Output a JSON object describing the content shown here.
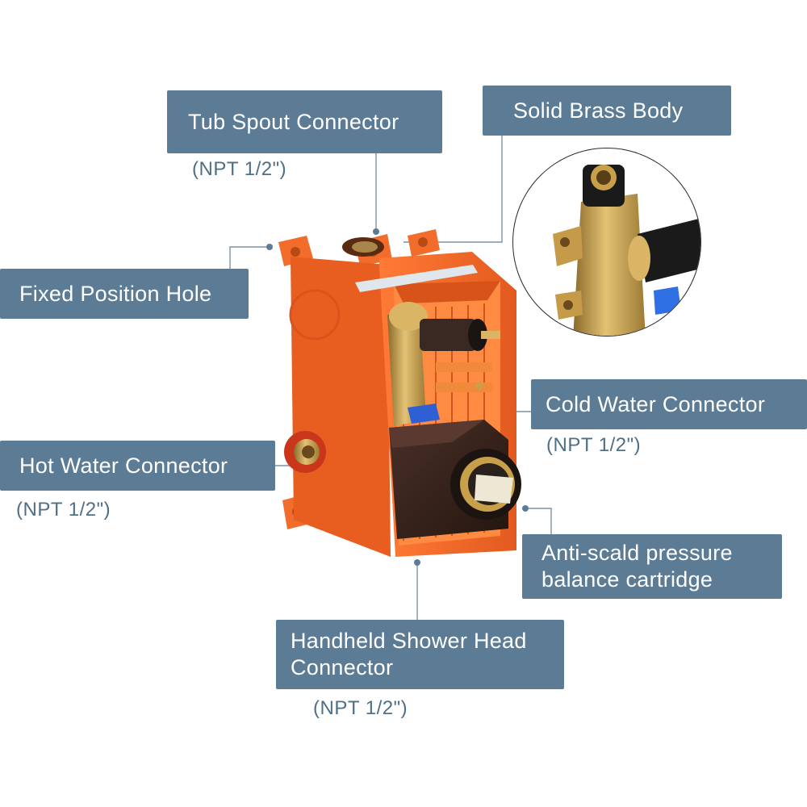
{
  "colors": {
    "label_bg": "#5c7c96",
    "label_text": "#ffffff",
    "sub_text": "#4f6f86",
    "leader_line": "#7a93a8",
    "housing_orange": "#f2692a",
    "brass": "#c9a04a",
    "cartridge_dark": "#3d2a24"
  },
  "labels": {
    "tub_spout": {
      "lines": [
        "Tub Spout Connector"
      ],
      "spec": "(NPT 1/2\")"
    },
    "solid_brass": {
      "lines": [
        "Solid Brass Body"
      ]
    },
    "fixed_hole": {
      "lines": [
        "Fixed Position Hole"
      ]
    },
    "cold_water": {
      "lines": [
        "Cold Water Connector"
      ],
      "spec": "(NPT 1/2\")"
    },
    "hot_water": {
      "lines": [
        "Hot Water Connector"
      ],
      "spec": "(NPT 1/2\")"
    },
    "anti_scald": {
      "lines": [
        "Anti-scald pressure",
        "balance cartridge"
      ]
    },
    "handheld": {
      "lines": [
        "Handheld Shower Head",
        "Connector"
      ],
      "spec": "(NPT 1/2\")"
    }
  }
}
